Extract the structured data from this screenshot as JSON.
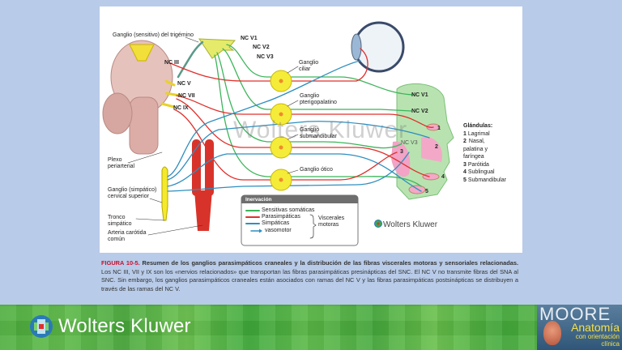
{
  "figure": {
    "labels": {
      "trigeminal_ganglion": "Ganglio (sensitivo) del trigémino",
      "nc_v1": "NC V1",
      "nc_v2": "NC V2",
      "nc_v3": "NC V3",
      "nc_iii": "NC III",
      "nc_v": "NC V",
      "nc_vii": "NC VII",
      "nc_ix": "NC IX",
      "ciliary_ganglion": "Ganglio ciliar",
      "pterygopalatine_ganglion": "Ganglio pterigopalatino",
      "submandibular_ganglion": "Ganglio submandibular",
      "otic_ganglion": "Ganglio ótico",
      "face_nc_v1": "NC V1",
      "face_nc_v2": "NC V2",
      "face_nc_v3": "NC V3",
      "periarterial_plexus": "Plexo periarterial",
      "superior_cervical_ganglion": "Ganglio (simpático) cervical superior",
      "sympathetic_trunk": "Tronco simpático",
      "common_carotid": "Arteria carótida común"
    },
    "glands": {
      "title": "Glándulas:",
      "items": [
        {
          "num": "1",
          "name": "Lagrimal"
        },
        {
          "num": "2",
          "name": "Nasal, palatina y faríngea"
        },
        {
          "num": "3",
          "name": "Parótida"
        },
        {
          "num": "4",
          "name": "Sublingual"
        },
        {
          "num": "5",
          "name": "Submandibular"
        }
      ]
    },
    "legend": {
      "title": "Inervación",
      "items": [
        {
          "label": "Sensitivas somáticas",
          "color": "#3cb55a"
        },
        {
          "label": "Parasimpáticas",
          "color": "#e0302c"
        },
        {
          "label": "Simpáticas",
          "color": "#2f8fc0"
        },
        {
          "label": "vasomotor",
          "color": "#2f8fc0"
        }
      ],
      "group_label": "Viscerales motoras"
    },
    "publisher_logo": "Wolters Kluwer",
    "watermark": "Wolters Kluwer"
  },
  "caption": {
    "figure_num": "FIGURA 10-5.",
    "title": "Resumen de los ganglios parasimpáticos craneales y la distribución de las fibras viscerales motoras y sensoriales relacionadas.",
    "body": "Los NC III, VII y IX son los «nervios relacionados» que transportan las fibras parasimpáticas presinápticas del SNC. El NC V no transmite fibras del SNA al SNC. Sin embargo, los ganglios parasimpáticos craneales están asociados con ramas del NC V y las fibras parasimpáticas postsinápticas se distribuyen a través de las ramas del NC V."
  },
  "footer": {
    "brand": "Wolters Kluwer",
    "book_author": "MOORE",
    "book_title": "Anatomía",
    "book_subtitle_1": "con orientación",
    "book_subtitle_2": "clínica"
  }
}
